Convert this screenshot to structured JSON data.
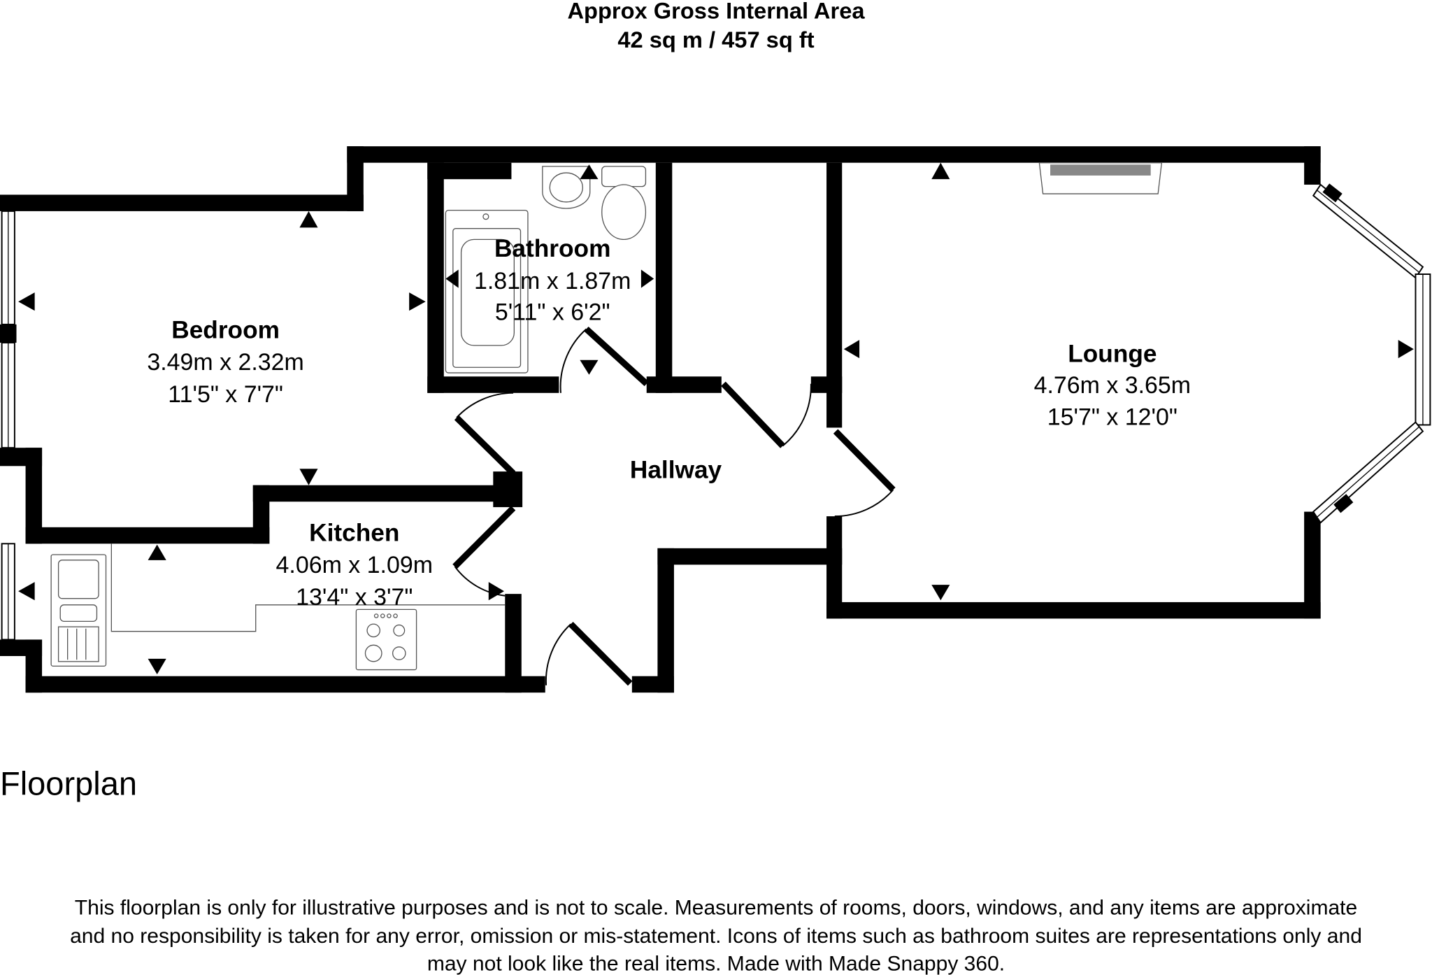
{
  "header": {
    "line1": "Approx Gross Internal Area",
    "line2": "42 sq m / 457 sq ft"
  },
  "rooms": {
    "bedroom": {
      "name": "Bedroom",
      "metric": "3.49m x 2.32m",
      "imperial": "11'5\" x 7'7\""
    },
    "bathroom": {
      "name": "Bathroom",
      "metric": "1.81m x 1.87m",
      "imperial": "5'11\" x 6'2\""
    },
    "lounge": {
      "name": "Lounge",
      "metric": "4.76m x 3.65m",
      "imperial": "15'7\" x 12'0\""
    },
    "kitchen": {
      "name": "Kitchen",
      "metric": "4.06m x 1.09m",
      "imperial": "13'4\" x 3'7\""
    },
    "hallway": {
      "name": "Hallway"
    }
  },
  "caption": "Floorplan",
  "disclaimer": {
    "line1": "This floorplan is only for illustrative purposes and is not to scale. Measurements of rooms, doors, windows, and any items are approximate",
    "line2": "and no responsibility is taken for any error, omission or mis-statement. Icons of items such as bathroom suites are representations only and",
    "line3": "may not look like the real items. Made with Made Snappy 360."
  }
}
